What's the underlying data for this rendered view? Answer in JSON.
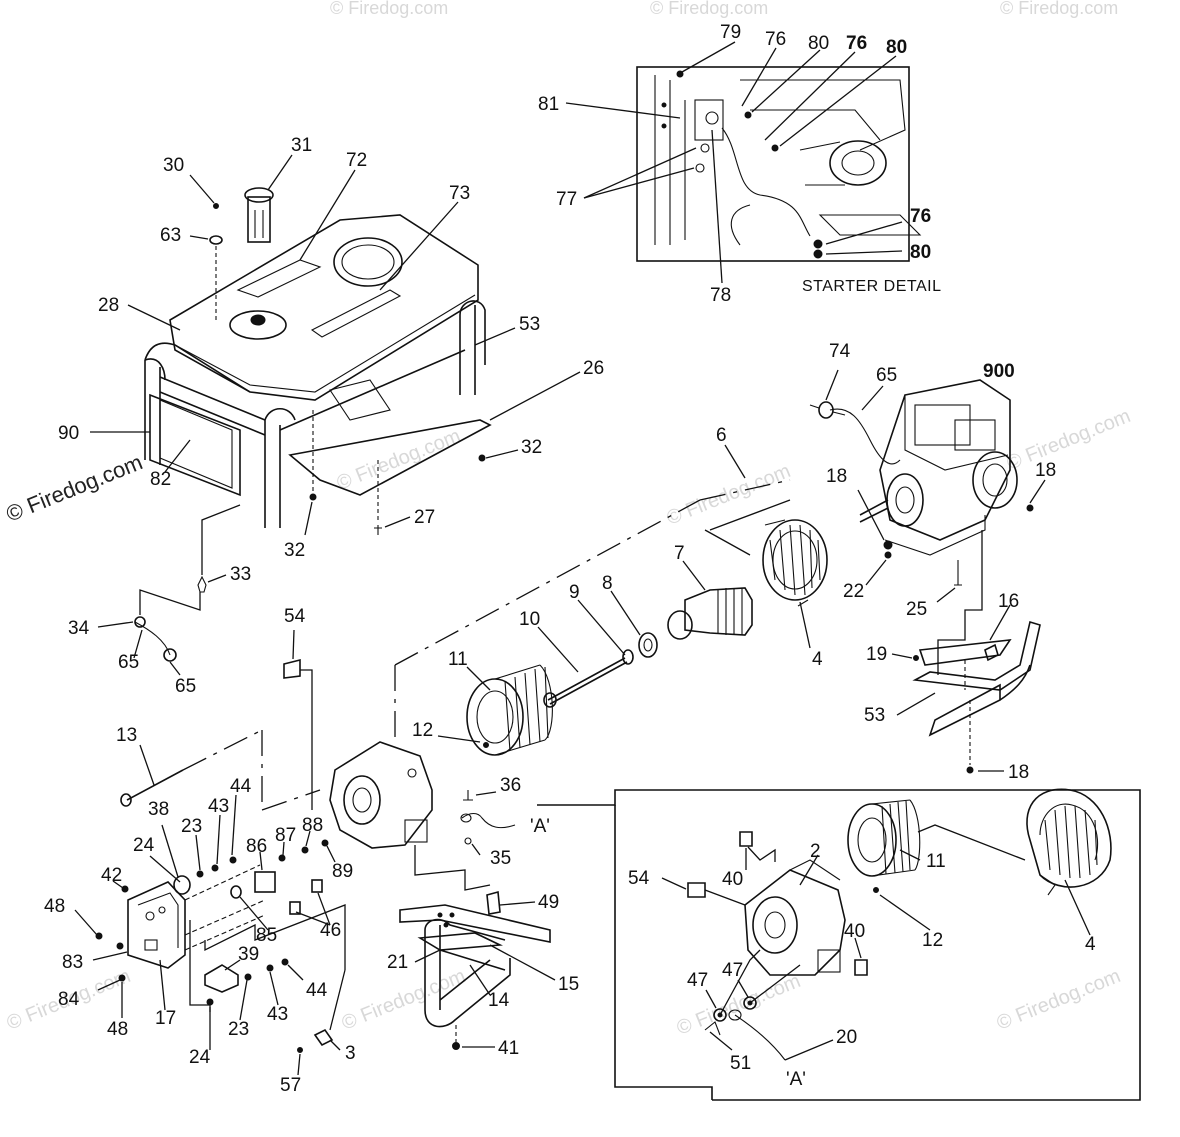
{
  "watermark": {
    "main": "© Firedog.com",
    "faint": "© Firedog.com"
  },
  "starter_detail": {
    "caption": "STARTER DETAIL"
  },
  "labels": {
    "n79": "79",
    "n76a": "76",
    "n80a": "80",
    "n76b": "76",
    "n80b": "80",
    "n81": "81",
    "n77": "77",
    "n78": "78",
    "n76c": "76",
    "n80c": "80",
    "n31": "31",
    "n30": "30",
    "n72": "72",
    "n63": "63",
    "n73": "73",
    "n28": "28",
    "n53a": "53",
    "n26": "26",
    "n90": "90",
    "n82": "82",
    "n32a": "32",
    "n32b": "32",
    "n27": "27",
    "n33": "33",
    "n34": "34",
    "n65a": "65",
    "n65b": "65",
    "n74": "74",
    "n65c": "65",
    "n900": "900",
    "n6": "6",
    "n18a": "18",
    "n18b": "18",
    "n22": "22",
    "n25": "25",
    "n7": "7",
    "n8": "8",
    "n9": "9",
    "n10": "10",
    "n4a": "4",
    "n16": "16",
    "n19": "19",
    "n53b": "53",
    "n18c": "18",
    "n54a": "54",
    "n11a": "11",
    "n13": "13",
    "n12a": "12",
    "n36": "36",
    "nA1": "'A'",
    "n35": "35",
    "n44a": "44",
    "n43a": "43",
    "n38": "38",
    "n23a": "23",
    "n24a": "24",
    "n86": "86",
    "n87": "87",
    "n88": "88",
    "n89": "89",
    "n42": "42",
    "n48a": "48",
    "n46": "46",
    "n49": "49",
    "n83": "83",
    "n85": "85",
    "n39": "39",
    "n21": "21",
    "n15": "15",
    "n14": "14",
    "n84": "84",
    "n48b": "48",
    "n17": "17",
    "n24b": "24",
    "n23b": "23",
    "n43b": "43",
    "n44b": "44",
    "n3": "3",
    "n57": "57",
    "n41": "41",
    "n2": "2",
    "n11b": "11",
    "n54b": "54",
    "n40a": "40",
    "n40b": "40",
    "n12b": "12",
    "n4b": "4",
    "n47a": "47",
    "n47b": "47",
    "n20": "20",
    "n51": "51",
    "nA2": "'A'"
  }
}
